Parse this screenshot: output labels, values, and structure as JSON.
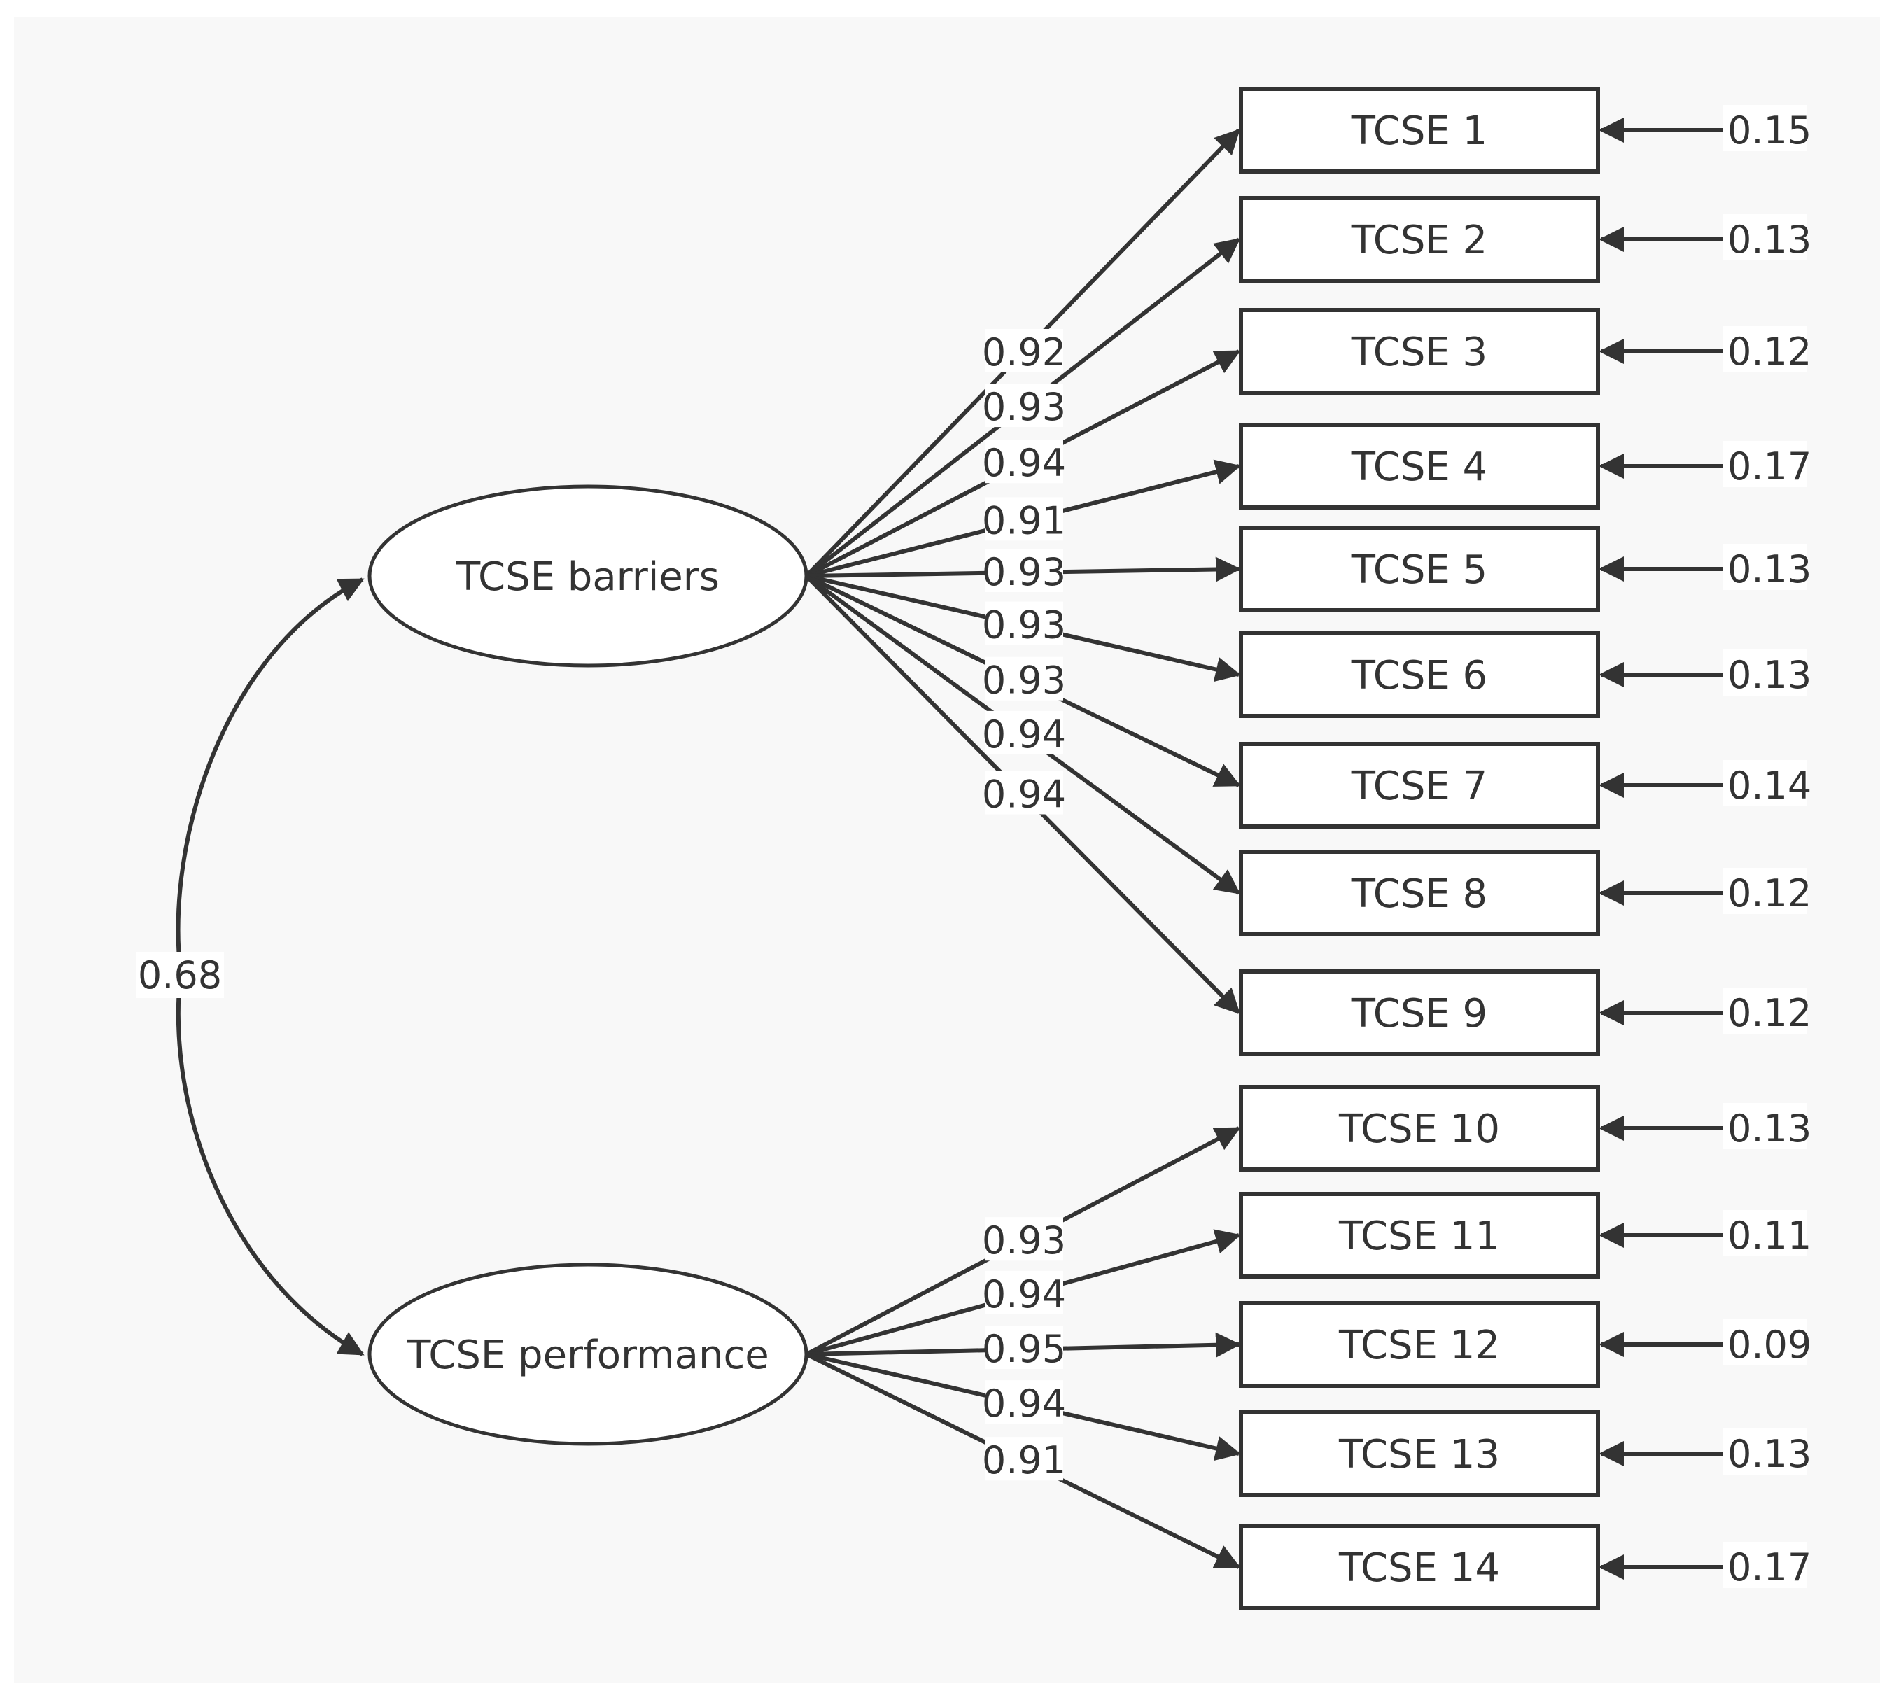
{
  "diagram": {
    "colors": {
      "background": "#f8f8f8",
      "stroke": "#333333",
      "text": "#333333"
    },
    "latent_factors": [
      {
        "id": "barriers",
        "label": "TCSE barriers"
      },
      {
        "id": "performance",
        "label": "TCSE performance"
      }
    ],
    "factor_correlation": "0.68",
    "indicators": [
      {
        "label": "TCSE 1",
        "factor": "barriers",
        "loading": "0.92",
        "error": "0.15"
      },
      {
        "label": "TCSE 2",
        "factor": "barriers",
        "loading": "0.93",
        "error": "0.13"
      },
      {
        "label": "TCSE 3",
        "factor": "barriers",
        "loading": "0.94",
        "error": "0.12"
      },
      {
        "label": "TCSE 4",
        "factor": "barriers",
        "loading": "0.91",
        "error": "0.17"
      },
      {
        "label": "TCSE 5",
        "factor": "barriers",
        "loading": "0.93",
        "error": "0.13"
      },
      {
        "label": "TCSE 6",
        "factor": "barriers",
        "loading": "0.93",
        "error": "0.13"
      },
      {
        "label": "TCSE 7",
        "factor": "barriers",
        "loading": "0.93",
        "error": "0.14"
      },
      {
        "label": "TCSE 8",
        "factor": "barriers",
        "loading": "0.94",
        "error": "0.12"
      },
      {
        "label": "TCSE 9",
        "factor": "barriers",
        "loading": "0.94",
        "error": "0.12"
      },
      {
        "label": "TCSE 10",
        "factor": "performance",
        "loading": "0.93",
        "error": "0.13"
      },
      {
        "label": "TCSE 11",
        "factor": "performance",
        "loading": "0.94",
        "error": "0.11"
      },
      {
        "label": "TCSE 12",
        "factor": "performance",
        "loading": "0.95",
        "error": "0.09"
      },
      {
        "label": "TCSE 13",
        "factor": "performance",
        "loading": "0.94",
        "error": "0.13"
      },
      {
        "label": "TCSE 14",
        "factor": "performance",
        "loading": "0.91",
        "error": "0.17"
      }
    ]
  }
}
